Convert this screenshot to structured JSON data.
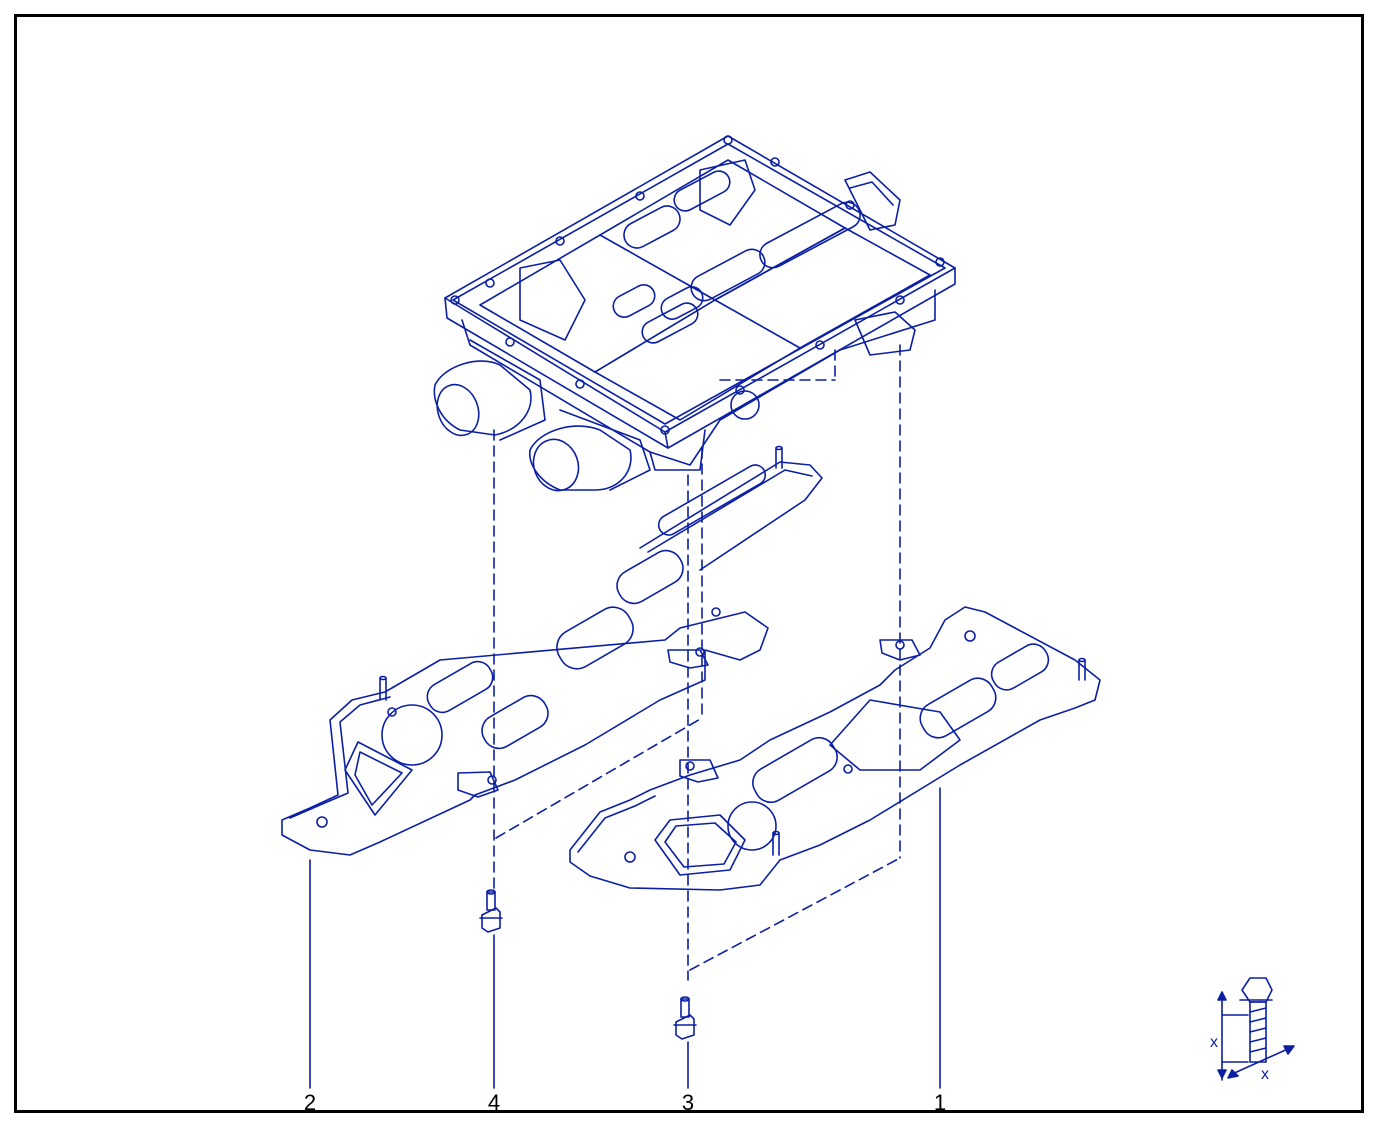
{
  "colors": {
    "line": "#0b1fa3",
    "frame": "#000000",
    "background": "#ffffff"
  },
  "callouts": [
    {
      "id": "c2",
      "label": "2"
    },
    {
      "id": "c4",
      "label": "4"
    },
    {
      "id": "c3",
      "label": "3"
    },
    {
      "id": "c1",
      "label": "1"
    }
  ],
  "torque_symbol": {
    "icon": "bolt-torque-icon",
    "dim_label_a": "x",
    "dim_label_b": "x"
  },
  "parts": {
    "module": {
      "icon": "power-module-assembly"
    },
    "bracket_left": {
      "icon": "mounting-bracket"
    },
    "bracket_right": {
      "icon": "mounting-bracket"
    },
    "bolt_4": {
      "icon": "flange-bolt"
    },
    "bolt_3": {
      "icon": "flange-bolt"
    }
  }
}
